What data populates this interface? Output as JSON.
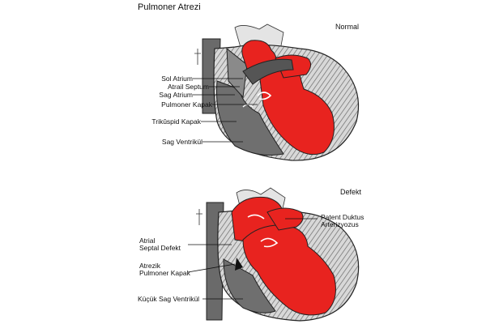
{
  "title": "Pulmoner Atrezi",
  "normal": {
    "tag": "Normal",
    "labels": [
      "Sol Atrium",
      "Atrail Septum",
      "Sag Atrium",
      "Pulmoner Kapak",
      "Trikûspid Kapak",
      "Sag Ventrikül"
    ]
  },
  "defect": {
    "tag": "Defekt",
    "label_pda_1": "Patent Duktus",
    "label_pda_2": "Arterizyozus",
    "label_asd_1": "Atrial",
    "label_asd_2": "Septal Defekt",
    "label_atr_1": "Atrezik",
    "label_atr_2": "Pulmoner Kapak",
    "label_rv": "Küçük Sag Ventrikül"
  },
  "colors": {
    "red": "#e8231f",
    "dark_gray": "#5a5a5a",
    "mid_gray": "#8a8a8a",
    "light_gray": "#cfcfcf"
  }
}
